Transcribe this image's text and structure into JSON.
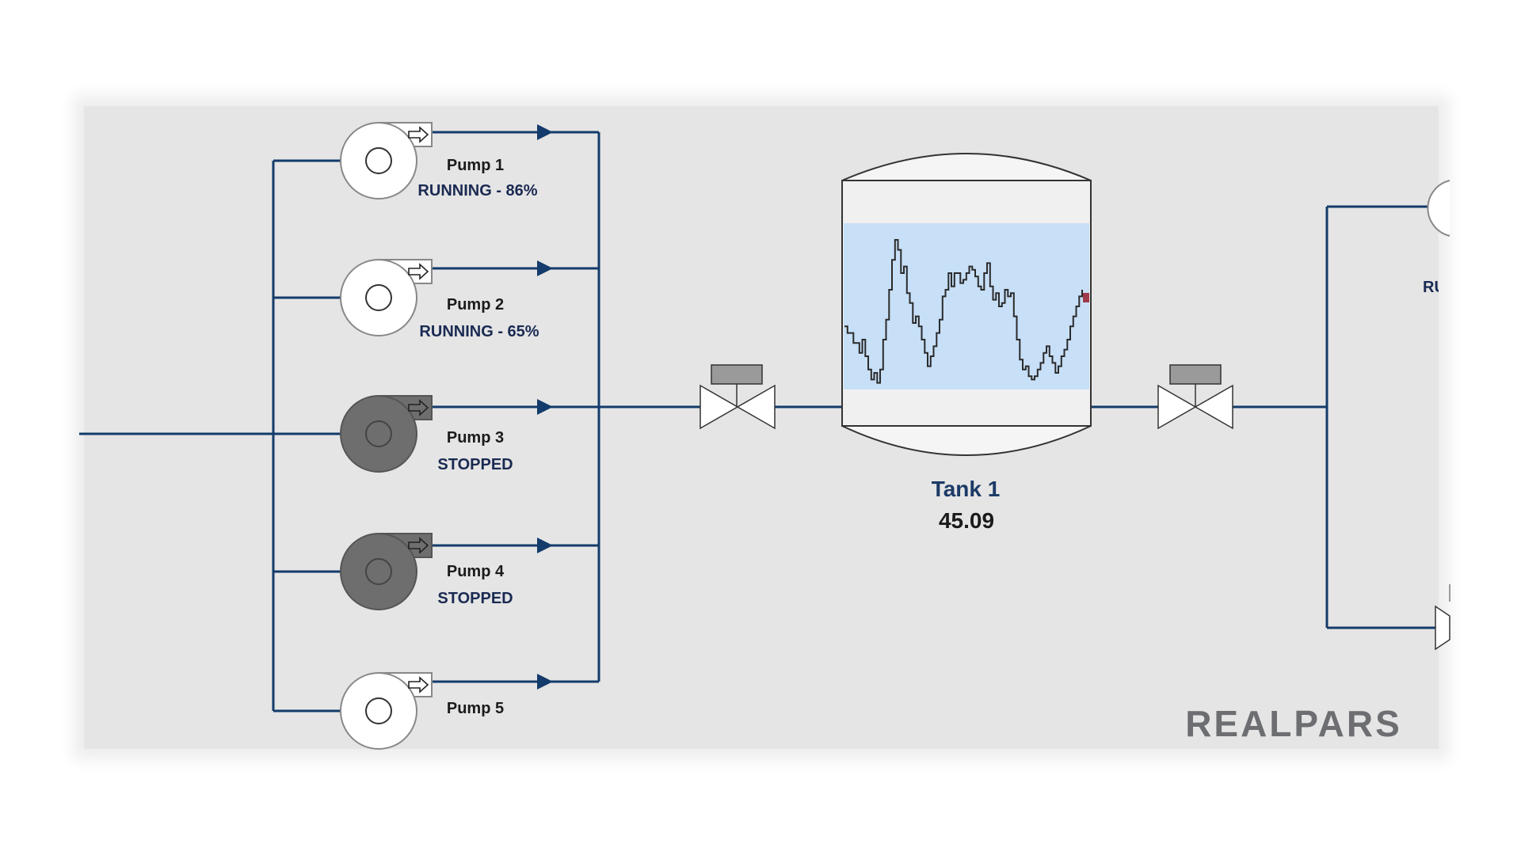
{
  "pumps": [
    {
      "name": "Pump 1",
      "status": "RUNNING - 86%",
      "state": "running"
    },
    {
      "name": "Pump 2",
      "status": "RUNNING - 65%",
      "state": "running"
    },
    {
      "name": "Pump 3",
      "status": "STOPPED",
      "state": "stopped"
    },
    {
      "name": "Pump 4",
      "status": "STOPPED",
      "state": "stopped"
    },
    {
      "name": "Pump 5",
      "status": "",
      "state": "running"
    }
  ],
  "tank": {
    "name": "Tank 1",
    "value": "45.09",
    "trend": [
      0.38,
      0.34,
      0.34,
      0.28,
      0.28,
      0.22,
      0.3,
      0.2,
      0.12,
      0.06,
      0.1,
      0.04,
      0.12,
      0.3,
      0.42,
      0.6,
      0.78,
      0.9,
      0.84,
      0.7,
      0.74,
      0.58,
      0.52,
      0.4,
      0.44,
      0.38,
      0.3,
      0.22,
      0.14,
      0.2,
      0.26,
      0.34,
      0.42,
      0.56,
      0.6,
      0.7,
      0.62,
      0.7,
      0.7,
      0.64,
      0.66,
      0.7,
      0.74,
      0.72,
      0.68,
      0.62,
      0.6,
      0.7,
      0.76,
      0.62,
      0.54,
      0.58,
      0.5,
      0.52,
      0.6,
      0.56,
      0.58,
      0.44,
      0.3,
      0.18,
      0.12,
      0.14,
      0.08,
      0.06,
      0.08,
      0.12,
      0.16,
      0.22,
      0.26,
      0.2,
      0.16,
      0.1,
      0.14,
      0.2,
      0.24,
      0.3,
      0.38,
      0.44,
      0.5,
      0.56,
      0.6
    ],
    "level_color": "#c7dff7"
  },
  "offscreen": {
    "status_fragment": "RUN"
  },
  "brand": {
    "name": "REALPARS"
  },
  "colors": {
    "pipe": "#133b6b",
    "running_fill": "#ffffff",
    "stopped_fill": "#6e6e6e",
    "valve_actuator": "#9a9a9a",
    "trend_marker": "#a03a4a"
  }
}
